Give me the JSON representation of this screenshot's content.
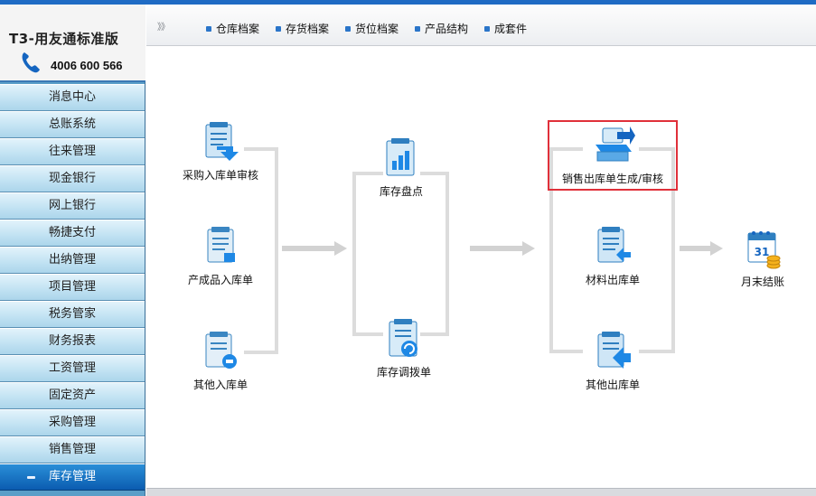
{
  "app": {
    "brand_title": "T3-用友通标准版",
    "phone": "4006 600 566"
  },
  "sidebar": {
    "items": [
      {
        "label": "消息中心"
      },
      {
        "label": "总账系统"
      },
      {
        "label": "往来管理"
      },
      {
        "label": "现金银行"
      },
      {
        "label": "网上银行"
      },
      {
        "label": "畅捷支付"
      },
      {
        "label": "出纳管理"
      },
      {
        "label": "项目管理"
      },
      {
        "label": "税务管家"
      },
      {
        "label": "财务报表"
      },
      {
        "label": "工资管理"
      },
      {
        "label": "固定资产"
      },
      {
        "label": "采购管理"
      },
      {
        "label": "销售管理"
      },
      {
        "label": "库存管理"
      }
    ]
  },
  "toolbar": {
    "arrows": "》》",
    "items": [
      {
        "label": "仓库档案"
      },
      {
        "label": "存货档案"
      },
      {
        "label": "货位档案"
      },
      {
        "label": "产品结构"
      },
      {
        "label": "成套件"
      }
    ]
  },
  "workflow": {
    "nodes": {
      "purchase_in_review": "采购入库单审核",
      "finished_goods_in": "产成品入库单",
      "other_in": "其他入库单",
      "stocktake": "库存盘点",
      "stock_transfer": "库存调拨单",
      "sales_out_generate": "销售出库单生成/审核",
      "material_out": "材料出库单",
      "other_out": "其他出库单",
      "month_end": "月末结账"
    },
    "month_end_calendar_day": "31"
  },
  "colors": {
    "highlight": "#e0303a",
    "active_menu": "#0b5cb0",
    "sidebar_bg": "#5a9ec8"
  }
}
